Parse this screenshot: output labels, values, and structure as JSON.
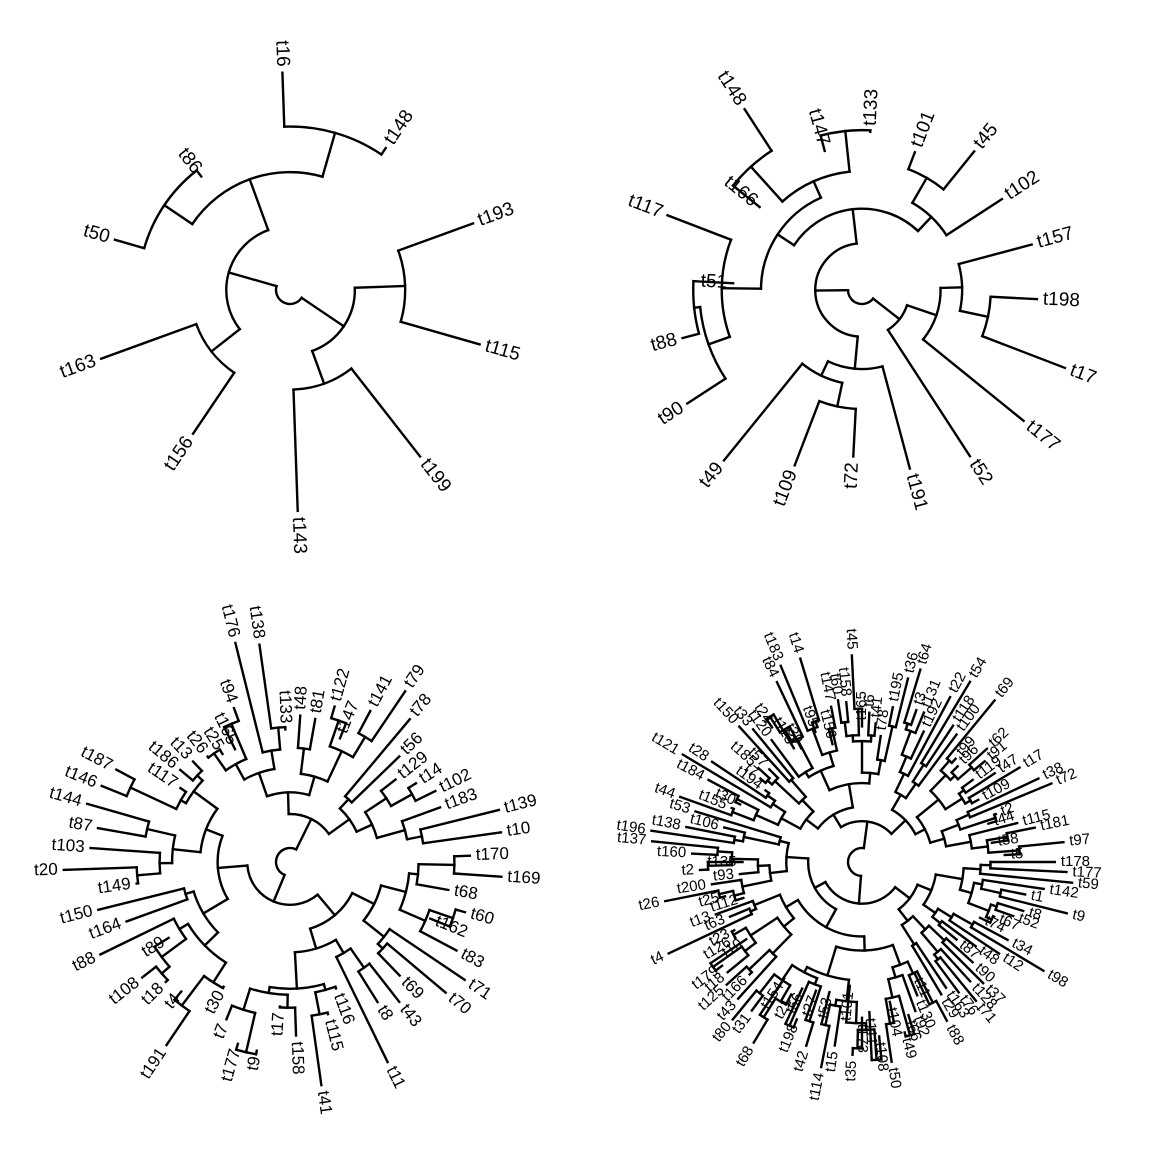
{
  "colors": {
    "edge": "#000000",
    "label": "#000000",
    "background": "#ffffff"
  },
  "trees": [
    {
      "id": "tree-1",
      "tips": [
        "t193",
        "t115",
        "t199",
        "t143",
        "t156",
        "t163",
        "t50",
        "t86",
        "t16",
        "t148"
      ]
    },
    {
      "id": "tree-2",
      "tips": [
        "t157",
        "t198",
        "t17",
        "t177",
        "t52",
        "t191",
        "t72",
        "t109",
        "t49",
        "t90",
        "t88",
        "t51",
        "t117",
        "t166",
        "t148",
        "t147",
        "t133",
        "t101",
        "t45",
        "t102"
      ]
    },
    {
      "id": "tree-3",
      "tips": [
        "t170",
        "t169",
        "t68",
        "t60",
        "t162",
        "t83",
        "t71",
        "t70",
        "t69",
        "t43",
        "t8",
        "t11",
        "t116",
        "t115",
        "t41",
        "t158",
        "t17",
        "t9",
        "t177",
        "t7",
        "t30",
        "t191",
        "t4",
        "t18",
        "t108",
        "t89",
        "t88",
        "t164",
        "t150",
        "t149",
        "t20",
        "t103",
        "t87",
        "t144",
        "t146",
        "t187",
        "t117",
        "t186",
        "t13",
        "t26",
        "t25",
        "t165",
        "t94",
        "t176",
        "t138",
        "t133",
        "t48",
        "t81",
        "t122",
        "t147",
        "t141",
        "t79",
        "t78",
        "t56",
        "t129",
        "t14",
        "t102",
        "t183",
        "t139",
        "t10"
      ]
    },
    {
      "id": "tree-4",
      "tips": [
        "t178",
        "t177",
        "t59",
        "t142",
        "t1",
        "t9",
        "t8",
        "t52",
        "t67",
        "t74",
        "t34",
        "t98",
        "t12",
        "t48",
        "t87",
        "t90",
        "t37",
        "t128",
        "t71",
        "t76",
        "t163",
        "t29",
        "t88",
        "t11",
        "t130",
        "t92",
        "t66",
        "t49",
        "t104",
        "t50",
        "t108",
        "t111",
        "t173",
        "t35",
        "t101",
        "t15",
        "t114",
        "t53",
        "t42",
        "t27",
        "t198",
        "t56",
        "t21",
        "t68",
        "t154",
        "t31",
        "t80",
        "t43",
        "t166",
        "t125",
        "t18",
        "t179",
        "t10",
        "t126",
        "t23",
        "t4",
        "t63",
        "t13",
        "t112",
        "t25",
        "t26",
        "t200",
        "t93",
        "t2",
        "t135",
        "t160",
        "t137",
        "t196",
        "t138",
        "t106",
        "t53",
        "t44",
        "t155",
        "t30",
        "t184",
        "t121",
        "t28",
        "t194",
        "t7",
        "t185",
        "t57",
        "t150",
        "t33",
        "t120",
        "t24",
        "t113",
        "t39",
        "t84",
        "t183",
        "t95",
        "t14",
        "t156",
        "t147",
        "t60",
        "t158",
        "t45",
        "t165",
        "t6",
        "t41",
        "t78",
        "t195",
        "t36",
        "t64",
        "t3",
        "t131",
        "t192",
        "t22",
        "t54",
        "t118",
        "t100",
        "t69",
        "t99",
        "t96",
        "t62",
        "t91",
        "t119",
        "t47",
        "t17",
        "t109",
        "t38",
        "t72",
        "t2",
        "t44",
        "t115",
        "t181",
        "t58",
        "t97",
        "t5"
      ]
    }
  ]
}
